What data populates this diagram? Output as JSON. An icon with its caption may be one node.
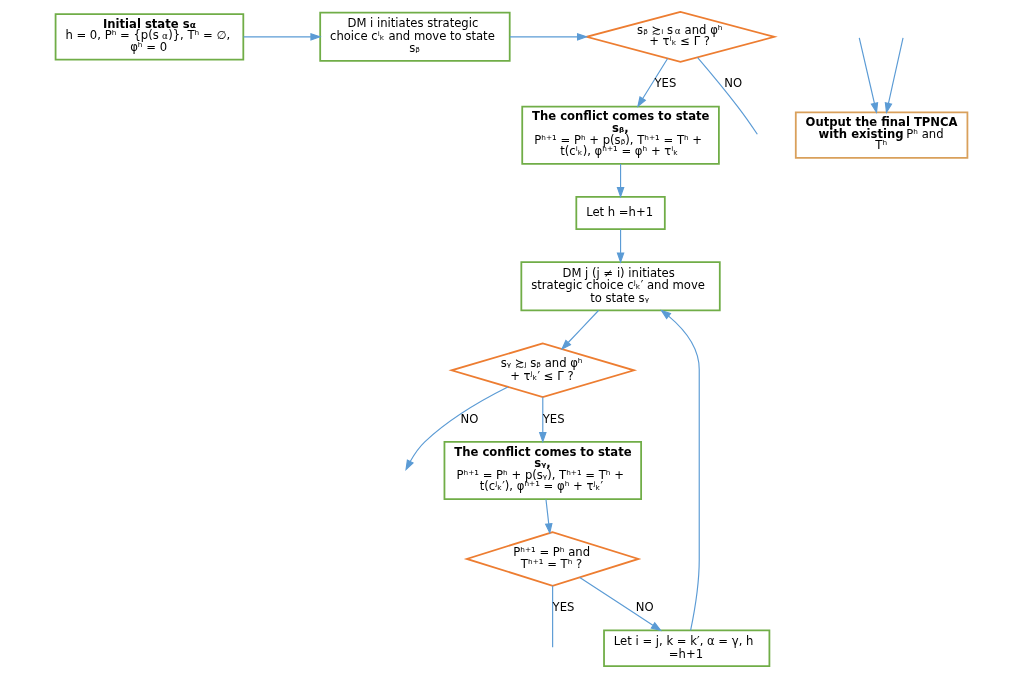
{
  "diagram": {
    "nodes": [
      {
        "text": [
          "Initial state s$_{α}$",
          "h = 0, Pʰ = {p(s$_{α}$)}, Tʰ = ∅, φʰ = 0"
        ]
      },
      {
        "text": [
          "DM i initiates strategic choice cⁱₖ and move to state sᵦ"
        ]
      },
      {
        "text": [
          "sᵦ ≿ᵢ s$_{α}$ and φʰ + τⁱₖ ≤ Γ ?"
        ]
      },
      {
        "text": [
          "The conflict comes to state sᵦ,",
          "Pʰ⁺¹ = Pʰ + p(sᵦ), Tʰ⁺¹ = Tʰ + t(cⁱₖ), φʰ⁺¹ = φʰ + τⁱₖ"
        ]
      },
      {
        "text": [
          "Let h =h+1"
        ]
      },
      {
        "text": [
          "DM j (j ≠ i) initiates strategic choice cʲₖ′ and move to state sᵧ"
        ]
      },
      {
        "text": [
          "sᵧ ≿ⱼ sᵦ and φʰ + τʲₖ′ ≤ Γ ?"
        ]
      },
      {
        "text": [
          "The conflict comes to state sᵧ,",
          "Pʰ⁺¹ = Pʰ + p(sᵧ), Tʰ⁺¹ = Tʰ + t(cʲₖ′), φʰ⁺¹ = φʰ + τʲₖ′"
        ]
      },
      {
        "text": [
          "Pʰ⁺¹ = Pʰ and Tʰ⁺¹ = Tʰ ?"
        ]
      },
      {
        "text": [
          "Let i = j, k = k′, α = γ, h =h+1"
        ]
      },
      {
        "text": [
          "**Output the final TPNCA with existing** Pʰ and Tʰ"
        ]
      }
    ],
    "edges": [
      {
        "from": 0,
        "to": 1,
        "arrow": "to"
      },
      {
        "from": 1,
        "to": 2,
        "arrow": "to"
      },
      {
        "from": 2,
        "to": null,
        "arrow": "none",
        "label": "NO"
      },
      {
        "from": 2,
        "to": 3,
        "arrow": "to",
        "label": "YES"
      },
      {
        "from": 3,
        "to": 4,
        "arrow": "to"
      },
      {
        "from": 4,
        "to": 5,
        "arrow": "to"
      },
      {
        "from": 5,
        "to": 6,
        "arrow": "to"
      },
      {
        "from": 6,
        "to": 7,
        "arrow": "to",
        "label": "YES"
      },
      {
        "from": 6,
        "to": null,
        "arrow": "to",
        "label": "NO"
      },
      {
        "from": 7,
        "to": 8,
        "arrow": "to"
      },
      {
        "from": 8,
        "to": 9,
        "arrow": "to",
        "label": "NO"
      },
      {
        "from": 8,
        "to": null,
        "arrow": "none",
        "label": "YES"
      },
      {
        "from": 9,
        "to": 5,
        "arrow": "to"
      },
      {
        "from": null,
        "to": 10,
        "arrow": "to"
      },
      {
        "from": null,
        "to": 10,
        "arrow": "to"
      }
    ]
  }
}
